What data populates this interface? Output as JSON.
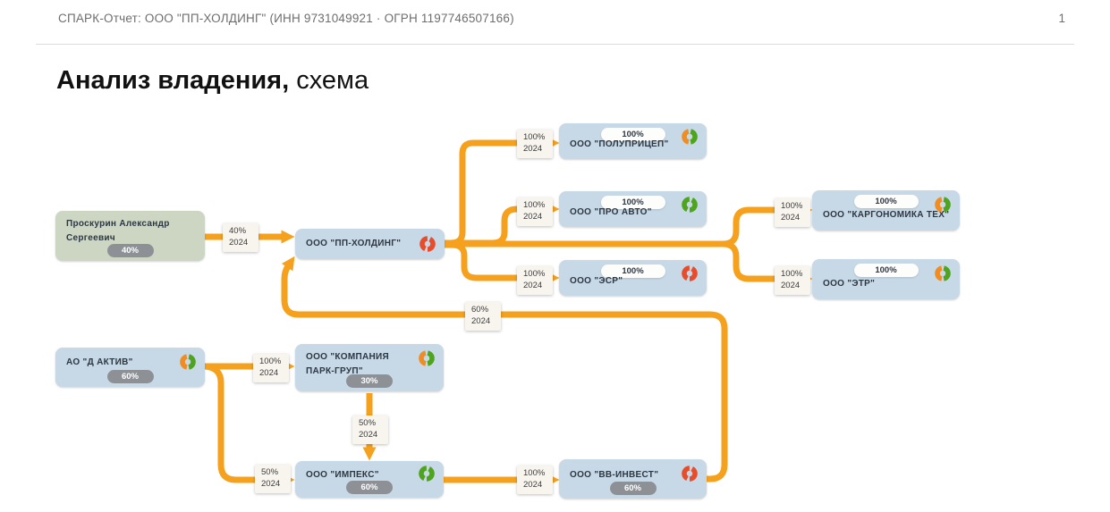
{
  "header": {
    "report_title": "СПАРК-Отчет: ООО \"ПП-ХОЛДИНГ\" (ИНН 9731049921 · ОГРН 1197746507166)",
    "page_number": "1"
  },
  "title": {
    "bold": "Анализ владения,",
    "light": " схема"
  },
  "colors": {
    "arrow": "#F5A11D",
    "company_box": "#C7D8E6",
    "person_box": "#CCD6C3",
    "badge_gray": "#8D9196",
    "status_red": "#E84C2B",
    "status_green": "#4FA41E",
    "status_orange": "#EF8D22"
  },
  "diagram": {
    "nodes": [
      {
        "id": "proskurin",
        "label": "Проскурин Александр Сергеевич",
        "type": "person",
        "badge": "40%",
        "icon": "none"
      },
      {
        "id": "pp-holding",
        "label": "ООО \"ПП-ХОЛДИНГ\"",
        "type": "company",
        "badge": "",
        "icon": "status-red"
      },
      {
        "id": "polupritsep",
        "label": "ООО \"ПОЛУПРИЦЕП\"",
        "type": "company",
        "badge": "100%",
        "icon": "status-orange-green"
      },
      {
        "id": "pro-avto",
        "label": "ООО \"ПРО АВТО\"",
        "type": "company",
        "badge": "100%",
        "icon": "status-green"
      },
      {
        "id": "esr",
        "label": "ООО \"ЭСР\"",
        "type": "company",
        "badge": "100%",
        "icon": "status-red"
      },
      {
        "id": "kargonomika-teh",
        "label": "ООО \"КАРГОНОМИКА ТЕХ\"",
        "type": "company",
        "badge": "100%",
        "icon": "status-orange-green"
      },
      {
        "id": "etr",
        "label": "ООО \"ЭТР\"",
        "type": "company",
        "badge": "100%",
        "icon": "status-orange-green"
      },
      {
        "id": "d-aktiv",
        "label": "АО \"Д АКТИВ\"",
        "type": "company",
        "badge": "60%",
        "icon": "status-orange-green"
      },
      {
        "id": "kompaniya-park-grup",
        "label": "ООО \"КОМПАНИЯ ПАРК-ГРУП\"",
        "type": "company",
        "badge": "30%",
        "icon": "status-orange-green"
      },
      {
        "id": "impeks",
        "label": "ООО \"ИМПЕКС\"",
        "type": "company",
        "badge": "60%",
        "icon": "status-green"
      },
      {
        "id": "vv-invest",
        "label": "ООО \"ВВ-ИНВЕСТ\"",
        "type": "company",
        "badge": "60%",
        "icon": "status-red"
      }
    ],
    "edges": [
      {
        "share": "40%",
        "year": "2024",
        "from": "Проскурин Александр Сергеевич",
        "to": "ООО \"ПП-ХОЛДИНГ\""
      },
      {
        "share": "100%",
        "year": "2024",
        "from": "ООО \"ПП-ХОЛДИНГ\"",
        "to": "ООО \"ПОЛУПРИЦЕП\""
      },
      {
        "share": "100%",
        "year": "2024",
        "from": "ООО \"ПП-ХОЛДИНГ\"",
        "to": "ООО \"ПРО АВТО\""
      },
      {
        "share": "100%",
        "year": "2024",
        "from": "ООО \"ПП-ХОЛДИНГ\"",
        "to": "ООО \"ЭСР\""
      },
      {
        "share": "100%",
        "year": "2024",
        "from": "ООО \"ПП-ХОЛДИНГ\"",
        "to": "ООО \"КАРГОНОМИКА ТЕХ\""
      },
      {
        "share": "100%",
        "year": "2024",
        "from": "ООО \"ПП-ХОЛДИНГ\"",
        "to": "ООО \"ЭТР\""
      },
      {
        "share": "60%",
        "year": "2024",
        "from": "ООО \"ВВ-ИНВЕСТ\"",
        "to": "ООО \"ПП-ХОЛДИНГ\""
      },
      {
        "share": "100%",
        "year": "2024",
        "from": "АО \"Д АКТИВ\"",
        "to": "ООО \"КОМПАНИЯ ПАРК-ГРУП\""
      },
      {
        "share": "50%",
        "year": "2024",
        "from": "ООО \"КОМПАНИЯ ПАРК-ГРУП\"",
        "to": "ООО \"ИМПЕКС\""
      },
      {
        "share": "50%",
        "year": "2024",
        "from": "АО \"Д АКТИВ\"",
        "to": "ООО \"ИМПЕКС\""
      },
      {
        "share": "100%",
        "year": "2024",
        "from": "ООО \"ИМПЕКС\"",
        "to": "ООО \"ВВ-ИНВЕСТ\""
      }
    ]
  }
}
